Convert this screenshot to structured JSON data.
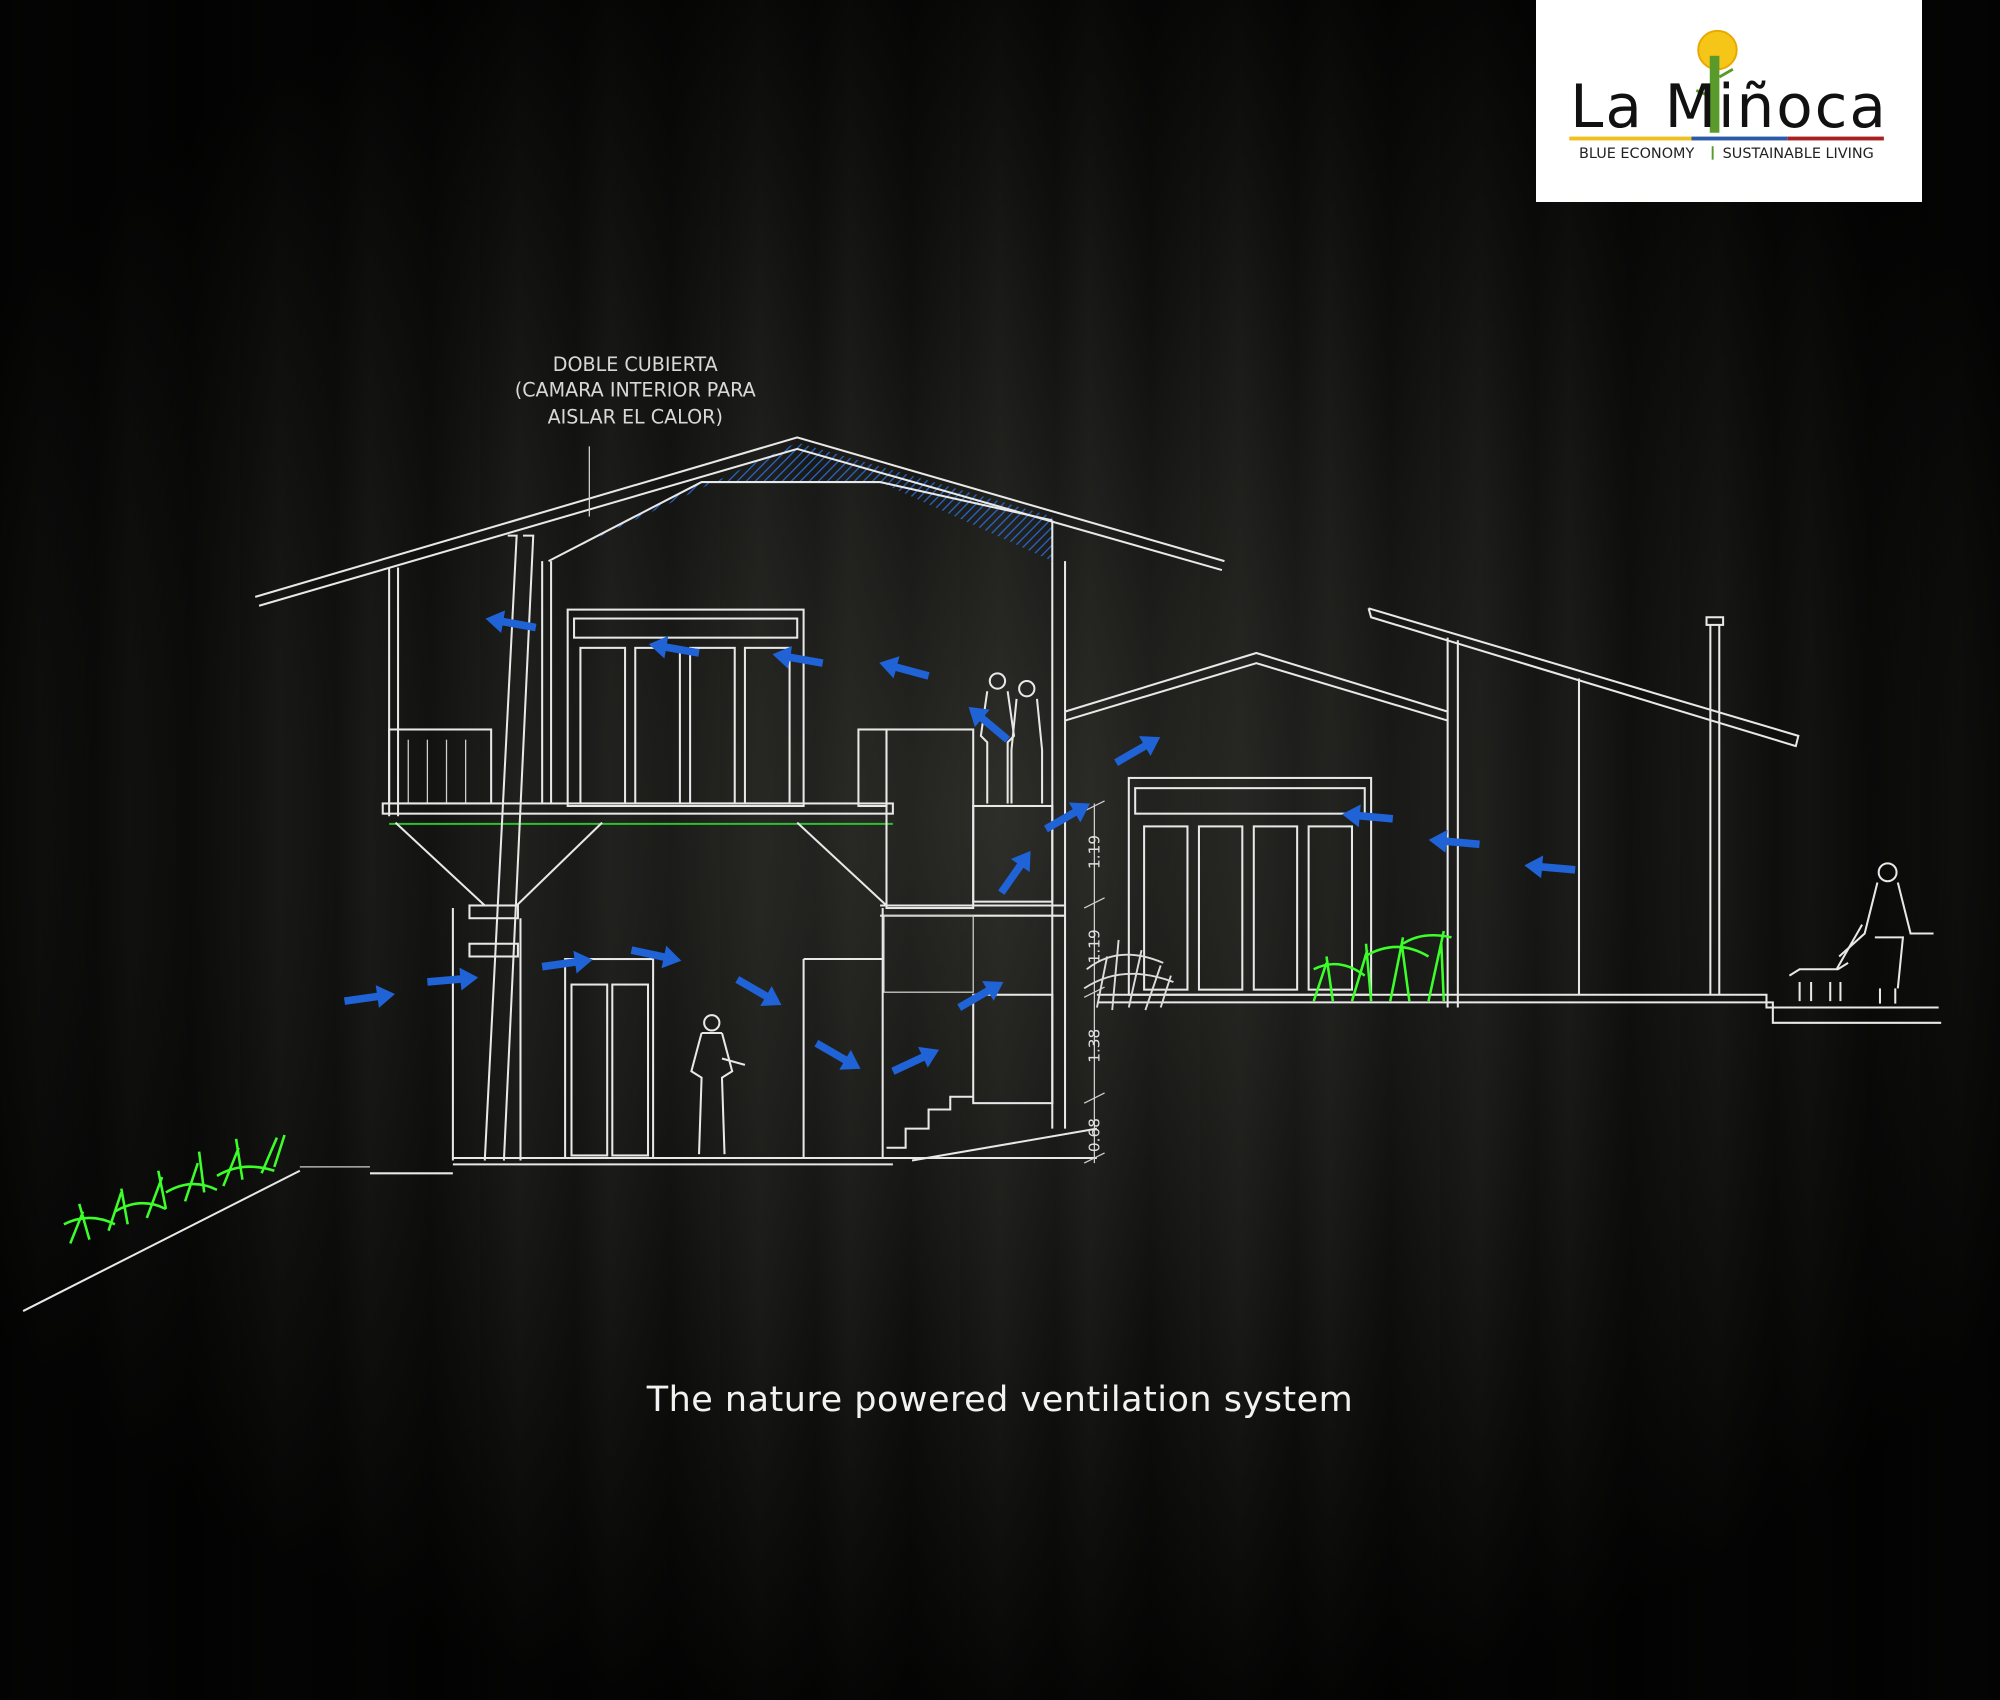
{
  "logo": {
    "name": "La Miñoca",
    "tagline_left": "BLUE ECONOMY",
    "tagline_right": "SUSTAINABLE LIVING",
    "colors": {
      "sun": "#f5c518",
      "bamboo": "#5a9a2a",
      "yellow_bar": "#f0c020",
      "blue_bar": "#2a5aa8",
      "red_bar": "#a82020"
    }
  },
  "annotation": {
    "line1": "DOBLE CUBIERTA",
    "line2": "(CAMARA INTERIOR PARA",
    "line3": "AISLAR EL CALOR)"
  },
  "dimensions": [
    "1.19",
    "1.19",
    "1.38",
    "0.68"
  ],
  "caption": "The nature powered ventilation system",
  "colors": {
    "airflow_arrow": "#1f63d6",
    "plants": "#3cff2a",
    "lines": "#e8e8e8",
    "roof_hatch": "#2a6fd8"
  }
}
